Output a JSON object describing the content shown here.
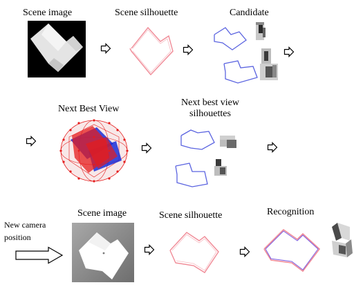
{
  "row1": {
    "scene_image_label": "Scene image",
    "scene_silhouette_label": "Scene silhouette",
    "candidate_label": "Candidate"
  },
  "row2": {
    "next_best_view_label": "Next Best View",
    "nbv_silhouettes_line1": "Next best view",
    "nbv_silhouettes_line2": "silhouettes"
  },
  "row3": {
    "new_camera_line1": "New camera",
    "new_camera_line2": "position",
    "scene_image_label": "Scene image",
    "scene_silhouette_label": "Scene silhouette",
    "recognition_label": "Recognition"
  },
  "colors": {
    "silhouette_red": "#f08a96",
    "silhouette_blue": "#5a63e0",
    "recognition_purple": "#b84cc8",
    "sphere_red": "#e51c1c",
    "sphere_blue": "#1a2ed8"
  },
  "icons": {
    "flow_arrow": "right-arrow-outline-icon",
    "camera_arrow": "big-right-arrow-outline-icon"
  }
}
